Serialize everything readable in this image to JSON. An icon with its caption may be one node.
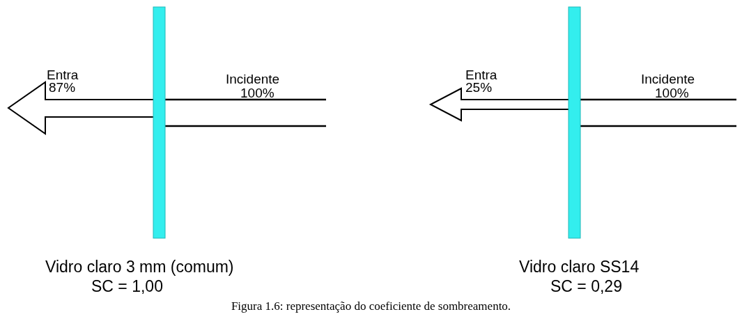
{
  "diagram": {
    "caption": "Figura 1.6: representação do coeficiente de sombreamento.",
    "nodes": [
      {
        "text": [],
        "shape": "bar"
      },
      {
        "text": [],
        "shape": "bar"
      }
    ],
    "labels": [
      "Entra",
      "87%",
      "Incidente",
      "100%",
      "Entra",
      "25%",
      "Incidente",
      "100%",
      "Vidro claro 3 mm (comum)",
      "SC = 1,00",
      "Vidro claro SS14",
      "SC = 0,29"
    ]
  }
}
